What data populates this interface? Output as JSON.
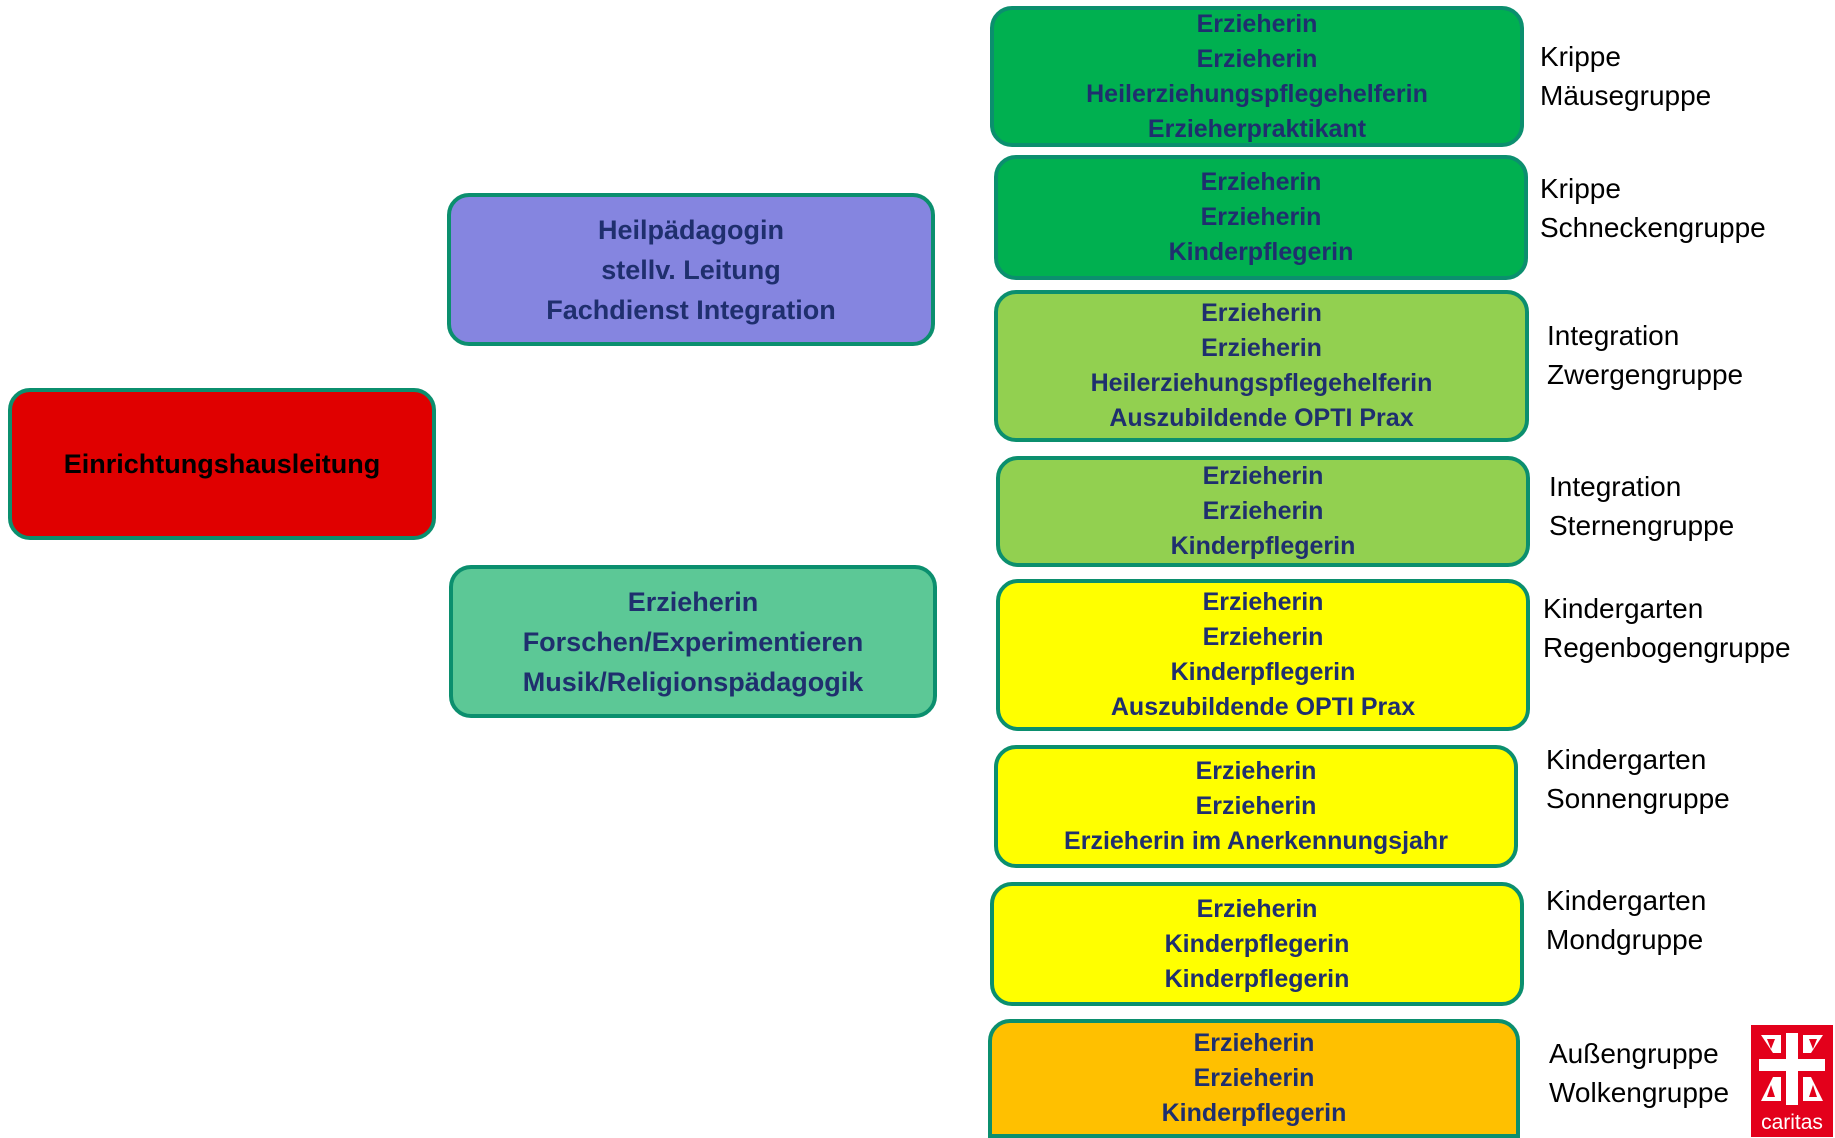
{
  "root": {
    "label": "Einrichtungshausleitung",
    "color": "#e00000"
  },
  "side_boxes": [
    {
      "lines": [
        "Heilpädagogin",
        "stellv. Leitung",
        "Fachdienst Integration"
      ],
      "color": "#8585e0"
    },
    {
      "lines": [
        "Erzieherin",
        "Forschen/Experimentieren",
        "Musik/Religionspädagogik"
      ],
      "color": "#5cc896"
    }
  ],
  "groups": [
    {
      "staff": [
        "Erzieherin",
        "Erzieherin",
        "Heilerziehungspflegehelferin",
        "Erzieherpraktikant"
      ],
      "label": [
        "Krippe",
        "Mäusegruppe"
      ],
      "color": "#00b050"
    },
    {
      "staff": [
        "Erzieherin",
        "Erzieherin",
        "Kinderpflegerin"
      ],
      "label": [
        "Krippe",
        "Schneckengruppe"
      ],
      "color": "#00b050"
    },
    {
      "staff": [
        "Erzieherin",
        "Erzieherin",
        "Heilerziehungspflegehelferin",
        "Auszubildende OPTI Prax"
      ],
      "label": [
        "Integration",
        "Zwergengruppe"
      ],
      "color": "#92d050"
    },
    {
      "staff": [
        "Erzieherin",
        "Erzieherin",
        "Kinderpflegerin"
      ],
      "label": [
        "Integration",
        "Sternengruppe"
      ],
      "color": "#92d050"
    },
    {
      "staff": [
        "Erzieherin",
        "Erzieherin",
        "Kinderpflegerin",
        "Auszubildende OPTI Prax"
      ],
      "label": [
        "Kindergarten",
        "Regenbogengruppe"
      ],
      "color": "#ffff00"
    },
    {
      "staff": [
        "Erzieherin",
        "Erzieherin",
        "Erzieherin im Anerkennungsjahr"
      ],
      "label": [
        "Kindergarten",
        "Sonnengruppe"
      ],
      "color": "#ffff00"
    },
    {
      "staff": [
        "Erzieherin",
        "Kinderpflegerin",
        "Kinderpflegerin"
      ],
      "label": [
        "Kindergarten",
        "Mondgruppe"
      ],
      "color": "#ffff00"
    },
    {
      "staff": [
        "Erzieherin",
        "Erzieherin",
        "Kinderpflegerin"
      ],
      "label": [
        "Außengruppe",
        "Wolkengruppe"
      ],
      "color": "#ffc000"
    }
  ],
  "logo": {
    "text": "caritas",
    "icon": "caritas-cross-logo",
    "color": "#e3001b"
  }
}
